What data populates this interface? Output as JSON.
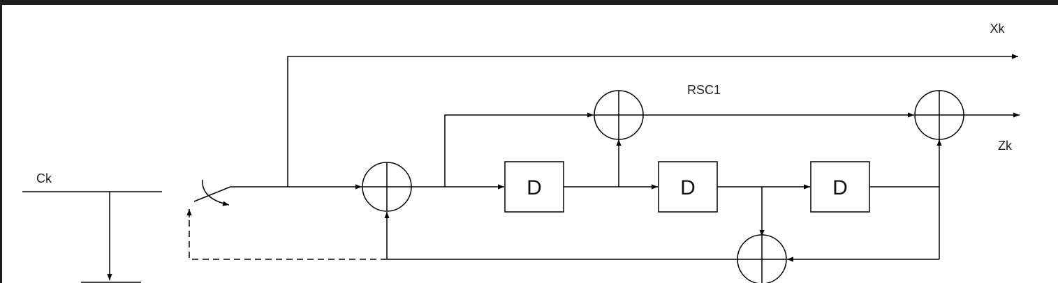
{
  "labels": {
    "output_systematic": "Xk",
    "output_parity": "Zk",
    "encoder_name": "RSC1",
    "clock": "Ck"
  },
  "delay_blocks": [
    "D",
    "D",
    "D"
  ],
  "colors": {
    "line": "#000000",
    "background": "#ffffff",
    "frame": "#1e1e1e"
  }
}
